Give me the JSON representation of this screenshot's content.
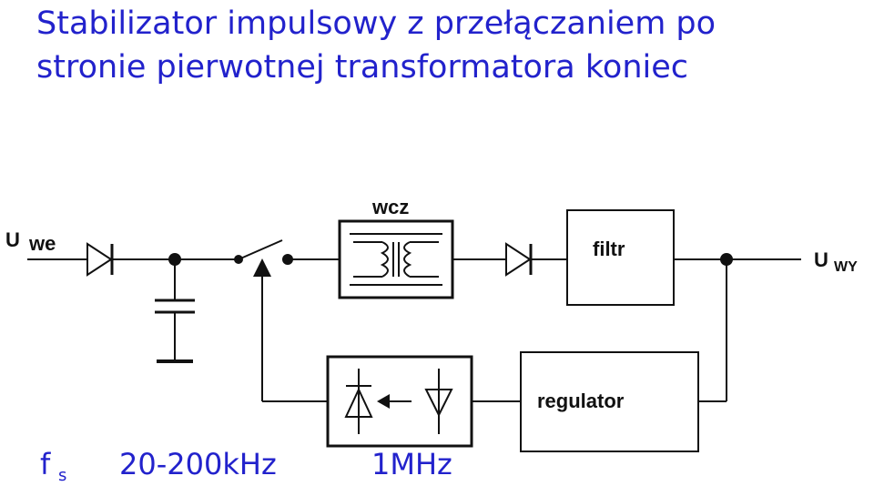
{
  "title": {
    "line1": "Stabilizator impulsowy z przełączaniem po",
    "line2": "stronie pierwotnej transformatora koniec"
  },
  "diagram": {
    "input_label_main": "U",
    "input_label_sub": "we",
    "output_label_main": "U",
    "output_label_sub": "WY",
    "transformer_label": "wcz",
    "filter_label": "filtr",
    "regulator_label": "regulator"
  },
  "footer": {
    "fs_main": "f",
    "fs_sub": "s",
    "freq_range": "20-200kHz",
    "freq_high": "1MHz"
  },
  "colors": {
    "title": "#2222cc",
    "lines": "#111111"
  }
}
